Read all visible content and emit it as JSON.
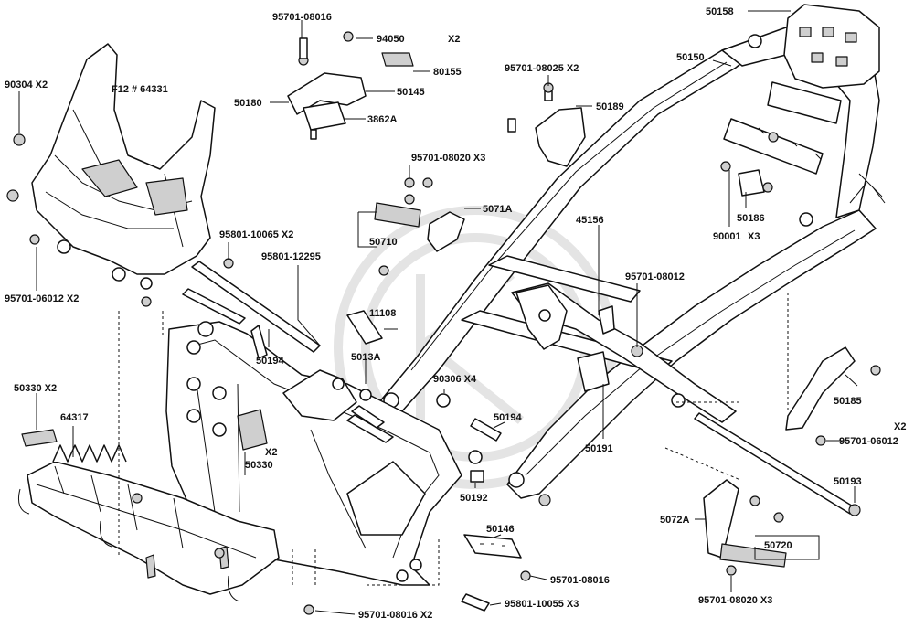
{
  "callouts": [
    {
      "id": "c50158",
      "text": "50158"
    },
    {
      "id": "c95701-08016-top",
      "text": "95701-08016"
    },
    {
      "id": "c94050",
      "text": "94050"
    },
    {
      "id": "cX2-top",
      "text": "X2"
    },
    {
      "id": "c80155",
      "text": "80155"
    },
    {
      "id": "c50150",
      "text": "50150"
    },
    {
      "id": "c95701-08025",
      "text": "95701-08025 X2"
    },
    {
      "id": "c90304",
      "text": "90304  X2"
    },
    {
      "id": "cF12",
      "text": "F12 # 64331"
    },
    {
      "id": "c50180",
      "text": "50180"
    },
    {
      "id": "c50145",
      "text": "50145"
    },
    {
      "id": "c50189",
      "text": "50189"
    },
    {
      "id": "c3862A",
      "text": "3862A"
    },
    {
      "id": "c95701-08020-mid",
      "text": "95701-08020 X3"
    },
    {
      "id": "c5071A",
      "text": "5071A"
    },
    {
      "id": "c45156",
      "text": "45156"
    },
    {
      "id": "c50710",
      "text": "50710"
    },
    {
      "id": "c50186",
      "text": "50186"
    },
    {
      "id": "c90001",
      "text": "90001"
    },
    {
      "id": "cX3-right",
      "text": "X3"
    },
    {
      "id": "c95801-10065",
      "text": "95801-10065 X2"
    },
    {
      "id": "c95801-12295",
      "text": "95801-12295"
    },
    {
      "id": "c95701-08012-mid",
      "text": "95701-08012"
    },
    {
      "id": "c95701-06012-left",
      "text": "95701-06012 X2"
    },
    {
      "id": "c11108",
      "text": "11108"
    },
    {
      "id": "c50194-upper",
      "text": "50194"
    },
    {
      "id": "c5013A",
      "text": "5013A"
    },
    {
      "id": "c90306",
      "text": "90306  X4"
    },
    {
      "id": "c50185",
      "text": "50185"
    },
    {
      "id": "c50330X2",
      "text": "50330 X2"
    },
    {
      "id": "c64317",
      "text": "64317"
    },
    {
      "id": "cX2-mid",
      "text": "X2"
    },
    {
      "id": "c50330",
      "text": "50330"
    },
    {
      "id": "c50194-lower",
      "text": "50194"
    },
    {
      "id": "cX2-right",
      "text": "X2"
    },
    {
      "id": "c95701-06012-right",
      "text": "95701-06012"
    },
    {
      "id": "c50191",
      "text": "50191"
    },
    {
      "id": "c50192",
      "text": "50192"
    },
    {
      "id": "c50193",
      "text": "50193"
    },
    {
      "id": "c5072A",
      "text": "5072A"
    },
    {
      "id": "c50146",
      "text": "50146"
    },
    {
      "id": "c50720",
      "text": "50720"
    },
    {
      "id": "c95701-08016-bot",
      "text": "95701-08016"
    },
    {
      "id": "c95801-10055",
      "text": "95801-10055 X3"
    },
    {
      "id": "c95701-08016-X2",
      "text": "95701-08016 X2"
    },
    {
      "id": "c95701-08020-bot",
      "text": "95701-08020 X3"
    }
  ]
}
